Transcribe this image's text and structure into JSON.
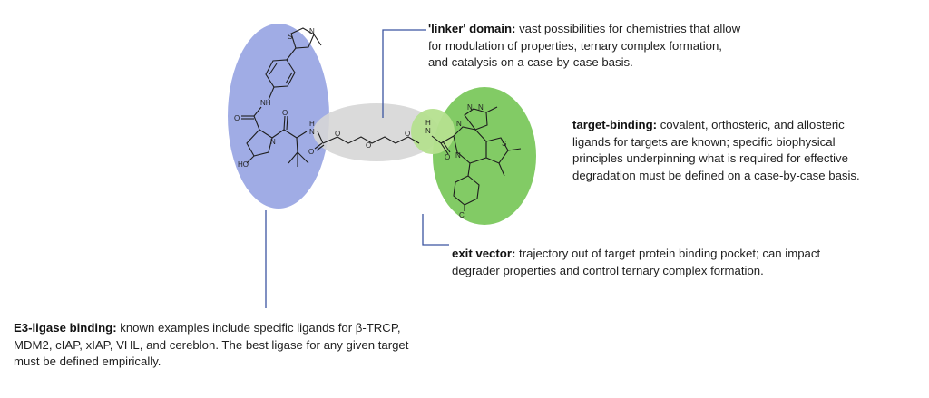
{
  "annotations": {
    "linker": {
      "term": "'linker' domain",
      "sep": ":",
      "lines": [
        " vast possibilities for chemistries that allow",
        "for modulation of properties, ternary complex formation,",
        "and catalysis on a case-by-case basis."
      ]
    },
    "target": {
      "term": "target-binding",
      "sep": ":",
      "lines": [
        " covalent, orthosteric, and allosteric",
        "ligands for targets are known; specific biophysical",
        "principles underpinning what is required for effective",
        "degradation must be defined on a case-by-case basis."
      ]
    },
    "exit": {
      "term": "exit vector",
      "sep": ":",
      "lines": [
        " trajectory out of target protein binding pocket; can impact",
        "degrader properties and control ternary complex formation."
      ]
    },
    "e3": {
      "term": "E3-ligase binding",
      "sep": ":",
      "lines": [
        " known examples include specific ligands for β-TRCP,",
        "MDM2, cIAP, xIAP, VHL, and cereblon. The best ligase for any given target",
        "must be defined empirically."
      ]
    }
  },
  "molecule": {
    "atoms": {
      "s_thiazole": "S",
      "n_thiazole": "N",
      "nh_amide": "NH",
      "o_amide1": "O",
      "n_pyrrolidine": "N",
      "o_amide2": "O",
      "h_amide2": "H",
      "n_amide2": "N",
      "o_amide3": "O",
      "o_ether1": "O",
      "o_ether2": "O",
      "o_ether3": "O",
      "h_amide4": "H",
      "n_amide4": "N",
      "o_amide4": "O",
      "n_triazole1": "N",
      "n_triazole2": "N",
      "n_triazole3": "N",
      "n_diazepine": "N",
      "s_thiophene": "S",
      "ho": "HO",
      "cl": "Cl"
    }
  },
  "colors": {
    "e3_region": "#8f9ee0",
    "linker_region": "#d6d6d6",
    "target_region": "#6cc24a",
    "exit_region": "#b5e08f",
    "callout_line": "#3b55a0"
  }
}
